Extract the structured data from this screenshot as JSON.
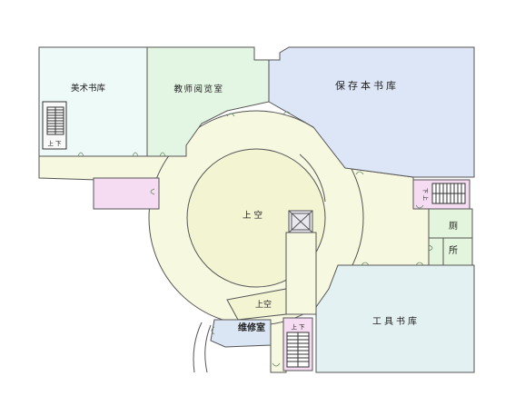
{
  "plan": {
    "rooms": [
      {
        "key": "art_books",
        "label": "美术书库"
      },
      {
        "key": "teacher_reading",
        "label": "教师阅览室"
      },
      {
        "key": "preserved_books",
        "label": "保存本书库"
      },
      {
        "key": "void_center",
        "label": "上 空"
      },
      {
        "key": "void_small",
        "label": "上空"
      },
      {
        "key": "maintenance",
        "label": "维修室"
      },
      {
        "key": "tool_books",
        "label": "工具书库"
      },
      {
        "key": "toilet_top",
        "label": "厕"
      },
      {
        "key": "toilet_bottom",
        "label": "所"
      }
    ],
    "stairs": [
      {
        "key": "stair_left",
        "label": "上  下"
      },
      {
        "key": "stair_right",
        "label": "下  上"
      },
      {
        "key": "stair_bottom",
        "label": "上  下"
      }
    ],
    "colors": {
      "art_books": "#eefaf8",
      "teacher_reading": "#e3f6e3",
      "preserved_books": "#dde6f7",
      "tool_books": "#e3f1f3",
      "corridor": "#f6f8df",
      "pink": "#f5dcf2",
      "green_small": "#e3f5dc",
      "maintenance": "#dbe6f4",
      "elevator": "#e8e8ee"
    }
  }
}
